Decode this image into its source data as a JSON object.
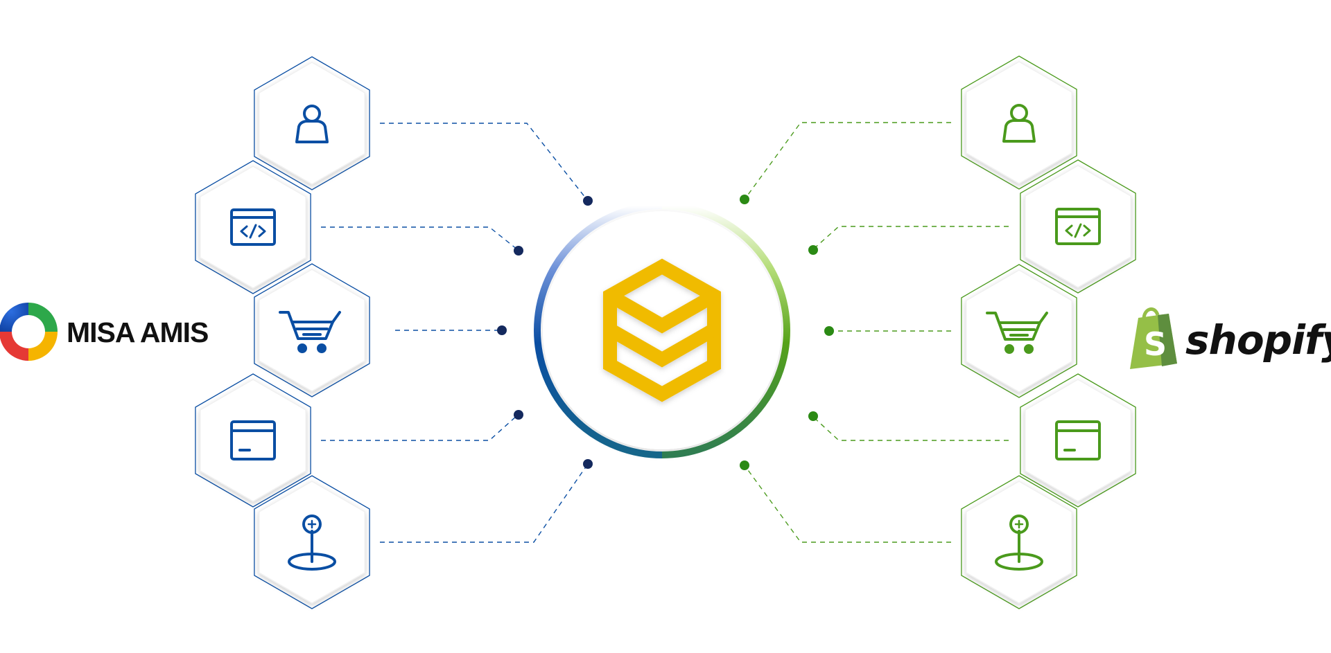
{
  "left_brand": {
    "name": "MISA AMIS",
    "logo": "misa-amis-logo",
    "color": "#0a4ea3"
  },
  "right_brand": {
    "name": "shopify",
    "logo": "shopify-bag-logo",
    "color": "#4a9a1c"
  },
  "center": {
    "icon": "stacked-layers-icon",
    "color": "#f0bb00",
    "ring_left_color": "#0b4ea3",
    "ring_right_color": "#4a9a1c"
  },
  "left_nodes": [
    {
      "icon": "customer-icon"
    },
    {
      "icon": "code-window-icon"
    },
    {
      "icon": "shopping-cart-icon"
    },
    {
      "icon": "payment-card-icon"
    },
    {
      "icon": "location-pin-icon"
    }
  ],
  "right_nodes": [
    {
      "icon": "customer-icon"
    },
    {
      "icon": "code-window-icon"
    },
    {
      "icon": "shopping-cart-icon"
    },
    {
      "icon": "payment-card-icon"
    },
    {
      "icon": "location-pin-icon"
    }
  ]
}
